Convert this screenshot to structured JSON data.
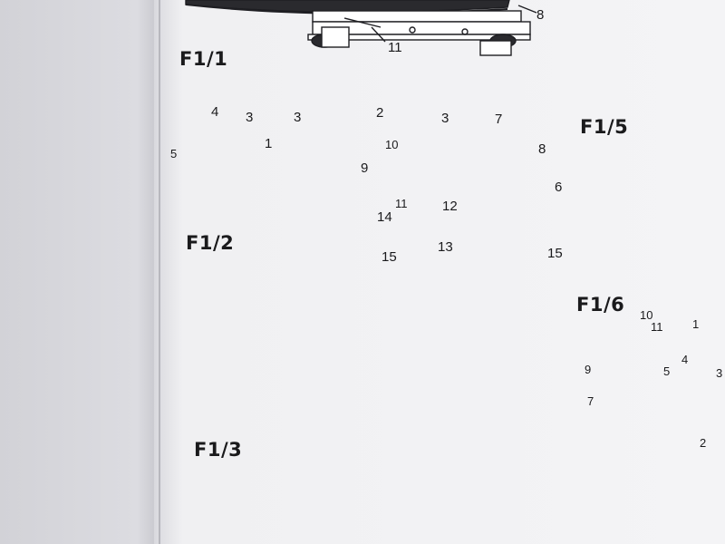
{
  "figures": {
    "f1_1": "F1/1",
    "f1_2": "F1/2",
    "f1_3": "F1/3",
    "f1_5": "F1/5",
    "f1_6": "F1/6"
  },
  "callouts_f1_1": [
    "8",
    "11"
  ],
  "callouts_f1_2": [
    "4",
    "3",
    "3",
    "2",
    "3",
    "7",
    "5",
    "1",
    "10",
    "9",
    "8",
    "11",
    "6",
    "12",
    "14",
    "13",
    "15",
    "15"
  ],
  "callouts_f1_6": [
    "10",
    "11",
    "1",
    "9",
    "5",
    "4",
    "3",
    "7",
    "2"
  ],
  "colors": {
    "page": "#f2f2f4",
    "left_page": "#d8d8dd",
    "ink": "#1e1e22",
    "wood": "#e9cf9a",
    "brass": "#b58a3a",
    "barrel": "#2b2d30"
  }
}
